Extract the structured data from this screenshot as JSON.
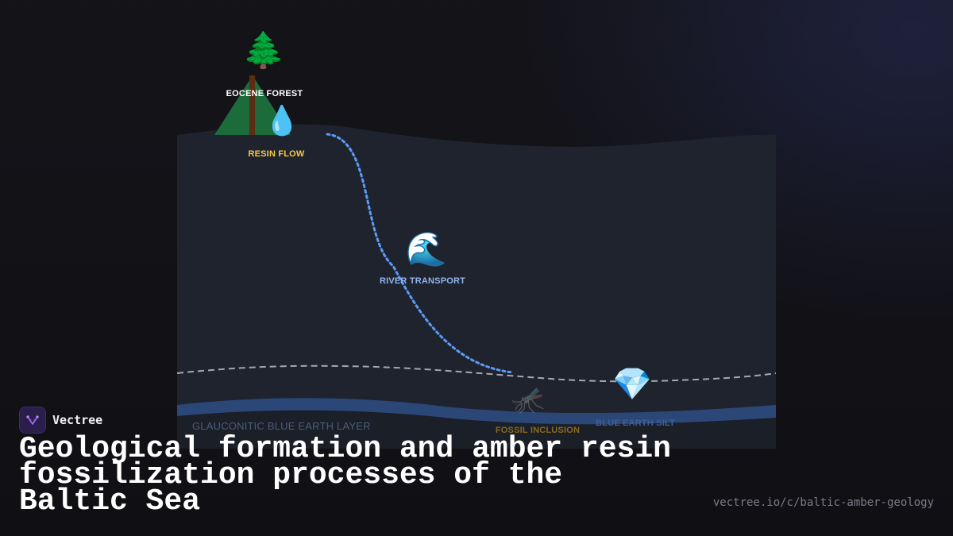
{
  "diagram": {
    "stages": {
      "forest": {
        "label": "EOCENE FOREST",
        "icon": "🌲",
        "icon_name": "evergreen-tree-icon",
        "color": "#ffffff"
      },
      "resin": {
        "label": "RESIN FLOW",
        "icon": "💧",
        "icon_name": "droplet-icon",
        "color": "#f7c948"
      },
      "river": {
        "label": "RIVER TRANSPORT",
        "icon": "🌊",
        "icon_name": "water-wave-icon",
        "color": "#93b4ee"
      },
      "fossil": {
        "label": "FOSSIL INCLUSION",
        "icon": "🦟",
        "icon_name": "mosquito-icon",
        "color": "#8a6a1c"
      },
      "silt": {
        "label": "BLUE EARTH SILT",
        "icon": "💎",
        "icon_name": "gem-icon",
        "color": "#3f5f94"
      }
    },
    "layer_label": "GLAUCONITIC BLUE EARTH LAYER",
    "colors": {
      "ground": "#1f232e",
      "path": "#5b9bf5",
      "boundary": "#b8c0cc",
      "blue_earth": "#2b4778",
      "tree_canopy": "#1c6b3a",
      "tree_trunk": "#5a2e12"
    }
  },
  "brand": {
    "name": "Vectree"
  },
  "title": "Geological formation and amber resin fossilization processes of the Baltic Sea",
  "url": "vectree.io/c/baltic-amber-geology"
}
